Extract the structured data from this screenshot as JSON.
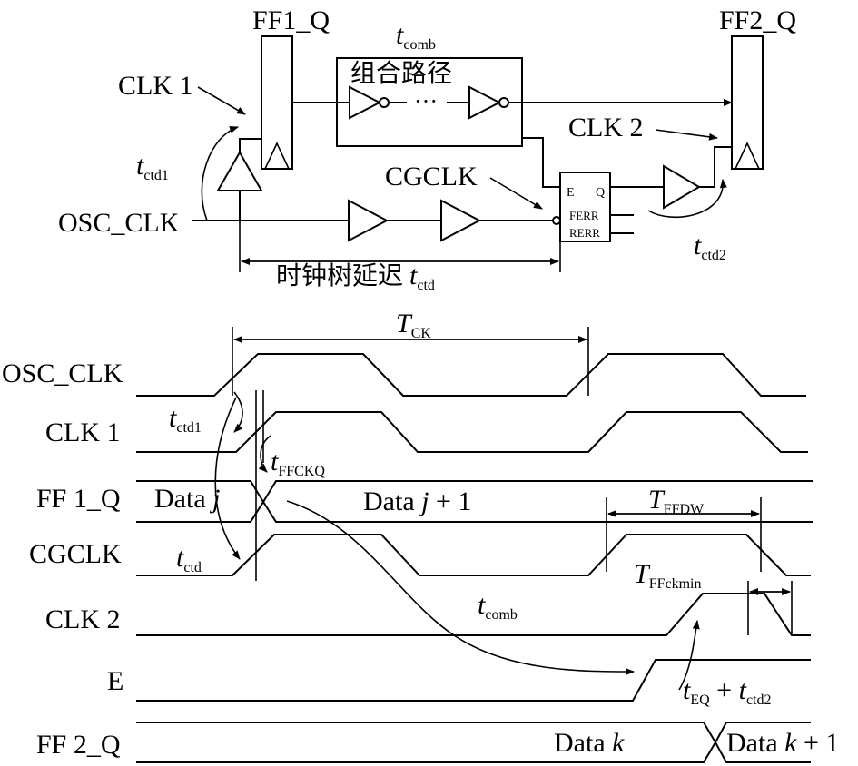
{
  "circuit": {
    "ff1_label": "FF1_Q",
    "ff2_label": "FF2_Q",
    "clk1_label": "CLK 1",
    "clk2_label": "CLK 2",
    "cgclk_label": "CGCLK",
    "osc_label": "OSC_CLK",
    "tcomb_main": "t",
    "tcomb_sub": "comb",
    "comb_path_label": "组合路径",
    "ellipsis": "···",
    "tctd1_main": "t",
    "tctd1_sub": "ctd1",
    "tctd2_main": "t",
    "tctd2_sub": "ctd2",
    "tree_delay_label": "时钟树延迟 ",
    "tree_delay_t": "t",
    "tree_delay_sub": "ctd",
    "cg_pins": {
      "e": "E",
      "q": "Q",
      "ferr": "FERR",
      "rerr": "RERR"
    }
  },
  "timing": {
    "signals": [
      "OSC_CLK",
      "CLK 1",
      "FF 1_Q",
      "CGCLK",
      "CLK 2",
      "E",
      "FF 2_Q"
    ],
    "tck_main": "T",
    "tck_sub": "CK",
    "tctd1_main": "t",
    "tctd1_sub": "ctd1",
    "tffckq_main": "t",
    "tffckq_sub": "FFCKQ",
    "tctd_main": "t",
    "tctd_sub": "ctd",
    "tcomb_main": "t",
    "tcomb_sub": "comb",
    "tffdw_main": "T",
    "tffdw_sub": "FFDW",
    "tffckmin_main": "T",
    "tffckmin_sub": "FFckmin",
    "teq_main": "t",
    "teq_sub": "EQ",
    "teq_plus": " + ",
    "teq_t2": "t",
    "teq_sub2": "ctd2",
    "data_j_text": "Data ",
    "data_j_var": "j",
    "data_j1_text": "Data ",
    "data_j1_var": "j",
    "data_j1_suffix": " + 1",
    "data_k_text": "Data ",
    "data_k_var": "k",
    "data_k1_text": "Data ",
    "data_k1_var": "k",
    "data_k1_suffix": " + 1"
  }
}
